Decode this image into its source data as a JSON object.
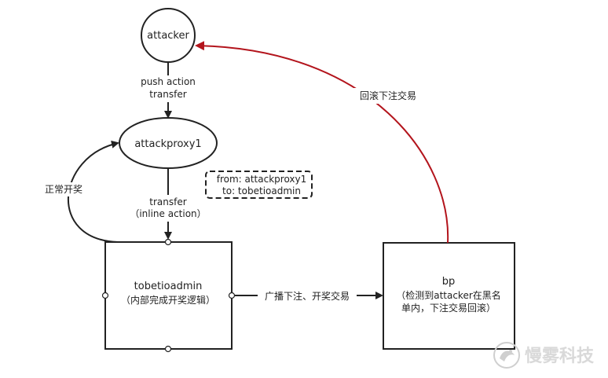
{
  "nodes": {
    "attacker": "attacker",
    "attackproxy1": "attackproxy1",
    "tobetioadmin_line1": "tobetioadmin",
    "tobetioadmin_line2": "（内部完成开奖逻辑）",
    "bp_line1": "bp",
    "bp_line2": "（检测到attacker在黑名",
    "bp_line3": "单内，下注交易回滚）"
  },
  "edges": {
    "push_action_line1": "push action",
    "push_action_line2": "transfer",
    "transfer_line1": "transfer",
    "transfer_line2": "（inline action）",
    "normal_draw": "正常开奖",
    "broadcast": "广播下注、开奖交易",
    "rollback": "回滚下注交易"
  },
  "note": {
    "line1": "from: attackproxy1",
    "line2": "to:  tobetioadmin"
  },
  "watermark": {
    "text": "慢雾科技",
    "icon": "slowmist-logo-icon"
  },
  "colors": {
    "stroke": "#222222",
    "rollback_arrow": "#b3141c",
    "watermark": "#d9d9d9"
  }
}
